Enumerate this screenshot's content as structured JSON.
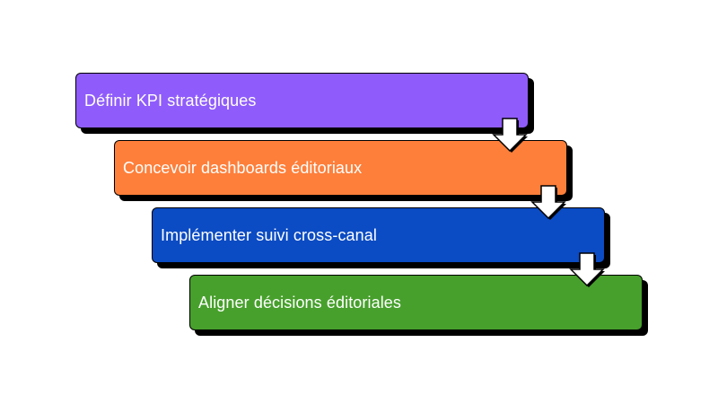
{
  "steps": [
    {
      "label": "Définir KPI stratégiques",
      "color": "#8f5cfb"
    },
    {
      "label": "Concevoir dashboards éditoriaux",
      "color": "#fe7f3a"
    },
    {
      "label": "Implémenter suivi cross-canal",
      "color": "#0b4bc3"
    },
    {
      "label": "Aligner décisions éditoriales",
      "color": "#47a02c"
    }
  ],
  "connector": {
    "icon": "down-arrow-icon",
    "fill": "#ffffff",
    "stroke": "#000000",
    "shadow": "#000000"
  }
}
